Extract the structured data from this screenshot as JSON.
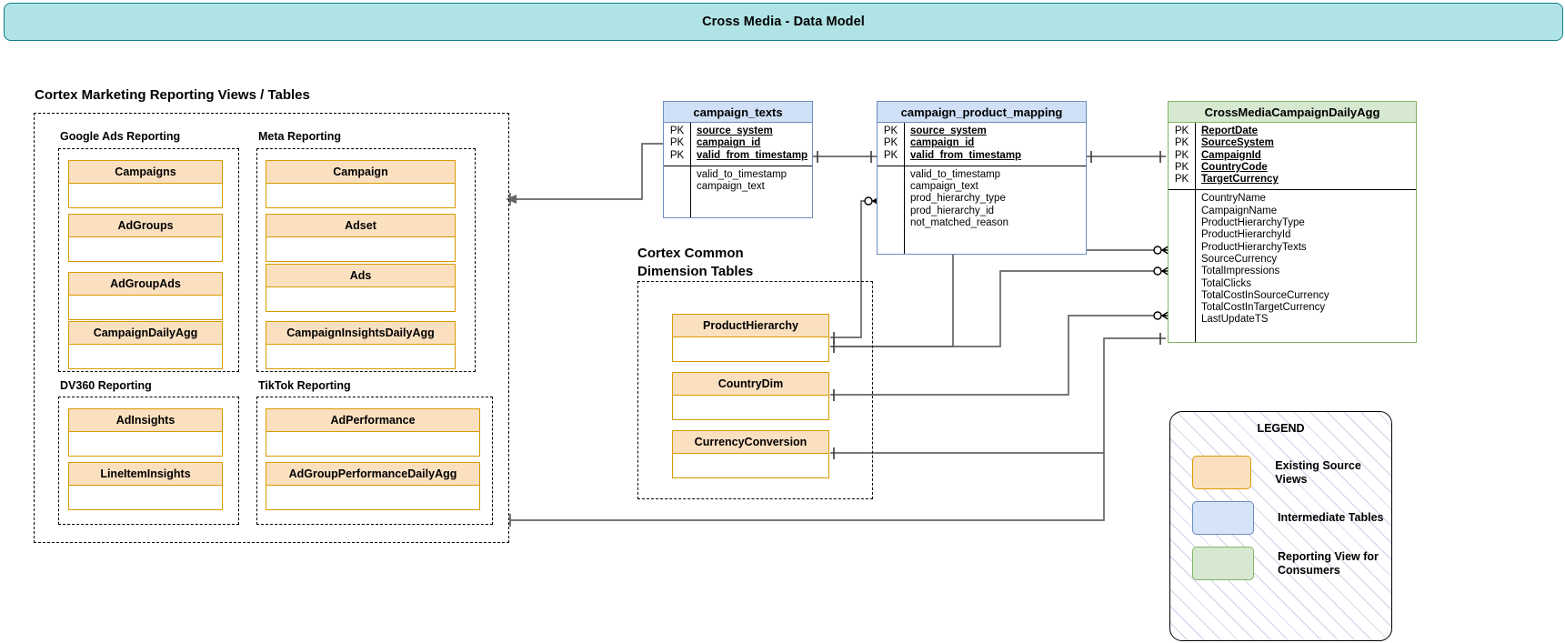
{
  "title": "Cross Media - Data Model",
  "sections": {
    "reporting_views": {
      "heading": "Cortex Marketing Reporting Views / Tables",
      "groups": [
        {
          "label": "Google Ads Reporting",
          "entities": [
            "Campaigns",
            "AdGroups",
            "AdGroupAds",
            "CampaignDailyAgg"
          ]
        },
        {
          "label": "Meta Reporting",
          "entities": [
            "Campaign",
            "Adset",
            "Ads",
            "CampaignInsightsDailyAgg"
          ]
        },
        {
          "label": "DV360 Reporting",
          "entities": [
            "AdInsights",
            "LineItemInsights"
          ]
        },
        {
          "label": "TikTok Reporting",
          "entities": [
            "AdPerformance",
            "AdGroupPerformanceDailyAgg"
          ]
        }
      ]
    },
    "common_dimensions": {
      "heading": "Cortex Common\nDimension Tables",
      "entities": [
        "ProductHierarchy",
        "CountryDim",
        "CurrencyConversion"
      ]
    }
  },
  "tables": [
    {
      "name": "campaign_texts",
      "kind": "intermediate",
      "pk_marker": "PK",
      "primary_keys": [
        "source_system",
        "campaign_id",
        "valid_from_timestamp"
      ],
      "attributes": [
        "valid_to_timestamp",
        "campaign_text"
      ]
    },
    {
      "name": "campaign_product_mapping",
      "kind": "intermediate",
      "pk_marker": "PK",
      "primary_keys": [
        "source_system",
        "campaign_id",
        "valid_from_timestamp"
      ],
      "attributes": [
        "valid_to_timestamp",
        "campaign_text",
        "prod_hierarchy_type",
        "prod_hierarchy_id",
        "not_matched_reason"
      ]
    },
    {
      "name": "CrossMediaCampaignDailyAgg",
      "kind": "reporting",
      "pk_marker": "PK",
      "primary_keys": [
        "ReportDate",
        "SourceSystem",
        "CampaignId",
        "CountryCode",
        "TargetCurrency"
      ],
      "attributes": [
        "CountryName",
        "CampaignName",
        "ProductHierarchyType",
        "ProductHierarchyId",
        "ProductHierarchyTexts",
        "SourceCurrency",
        "TotalImpressions",
        "TotalClicks",
        "TotalCostInSourceCurrency",
        "TotalCostInTargetCurrency",
        "LastUpdateTS"
      ]
    }
  ],
  "legend": {
    "title": "LEGEND",
    "items": [
      {
        "swatch": "orange",
        "label": "Existing Source Views"
      },
      {
        "swatch": "blue",
        "label": "Intermediate Tables"
      },
      {
        "swatch": "green",
        "label": "Reporting View for\nConsumers"
      }
    ]
  },
  "colors": {
    "banner_fill": "#b0e3e6",
    "banner_stroke": "#0e8088",
    "source_fill": "#fbe0c0",
    "source_stroke": "#d79b00",
    "intermediate_fill": "#cfe0f7",
    "intermediate_stroke": "#6c8ebf",
    "reporting_fill": "#d6e8d0",
    "reporting_stroke": "#82b366",
    "connector": "#666666"
  }
}
